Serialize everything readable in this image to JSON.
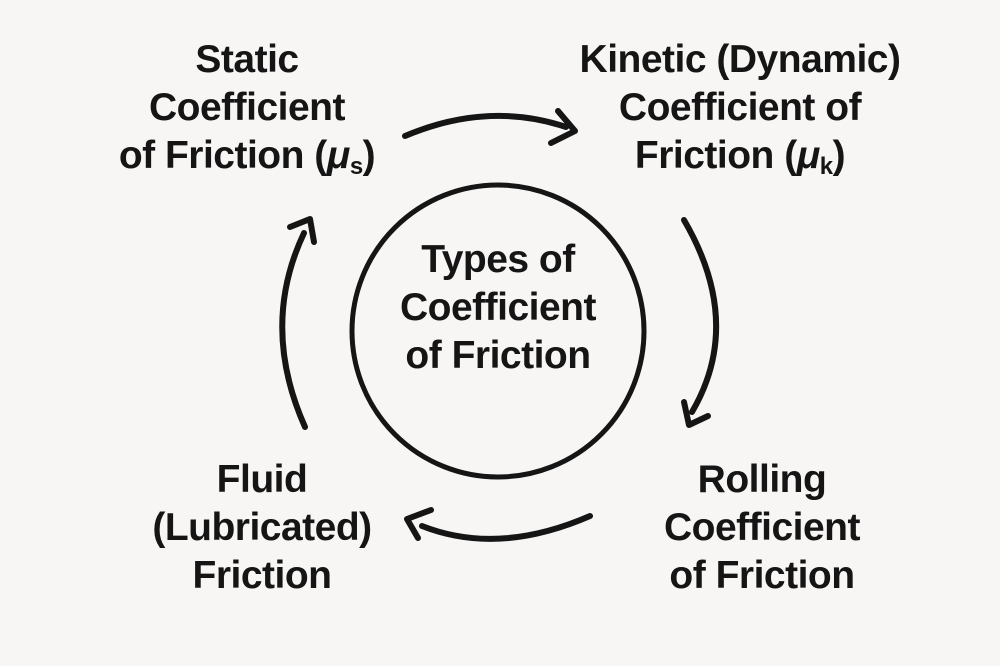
{
  "colors": {
    "background": "#f7f6f4",
    "ink": "#151515"
  },
  "center": {
    "line1": "Types of",
    "line2": "Coefficient",
    "line3": "of Friction"
  },
  "nodes": {
    "static": {
      "line1": "Static",
      "line2": "Coefficient",
      "line3_pre": "of Friction (",
      "symbol": "μ",
      "subscript": "s",
      "line3_post": ")"
    },
    "kinetic": {
      "line1": "Kinetic (Dynamic)",
      "line2": "Coefficient of",
      "line3_pre": "Friction (",
      "symbol": "μ",
      "subscript": "k",
      "line3_post": ")"
    },
    "rolling": {
      "line1": "Rolling",
      "line2": "Coefficient",
      "line3": "of Friction"
    },
    "fluid": {
      "line1": "Fluid",
      "line2": "(Lubricated)",
      "line3": "Friction"
    }
  },
  "arrows": [
    {
      "id": "static-to-kinetic",
      "from": "static",
      "to": "kinetic"
    },
    {
      "id": "kinetic-to-rolling",
      "from": "kinetic",
      "to": "rolling"
    },
    {
      "id": "rolling-to-fluid",
      "from": "rolling",
      "to": "fluid"
    },
    {
      "id": "fluid-to-static",
      "from": "fluid",
      "to": "static"
    }
  ]
}
